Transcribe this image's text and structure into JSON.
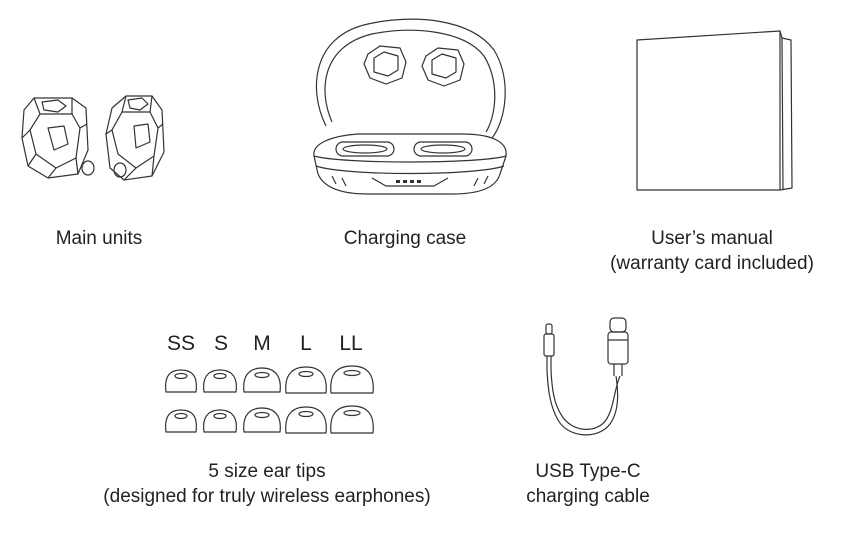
{
  "items": {
    "main_units": {
      "label": "Main units"
    },
    "charging_case": {
      "label": "Charging case"
    },
    "manual": {
      "line1": "User’s manual",
      "line2": "(warranty card included)"
    },
    "ear_tips": {
      "sizes": [
        "SS",
        "S",
        "M",
        "L",
        "LL"
      ],
      "line1": "5 size ear tips",
      "line2": "(designed for truly wireless earphones)"
    },
    "cable": {
      "line1": "USB Type-C",
      "line2": "charging cable"
    }
  }
}
